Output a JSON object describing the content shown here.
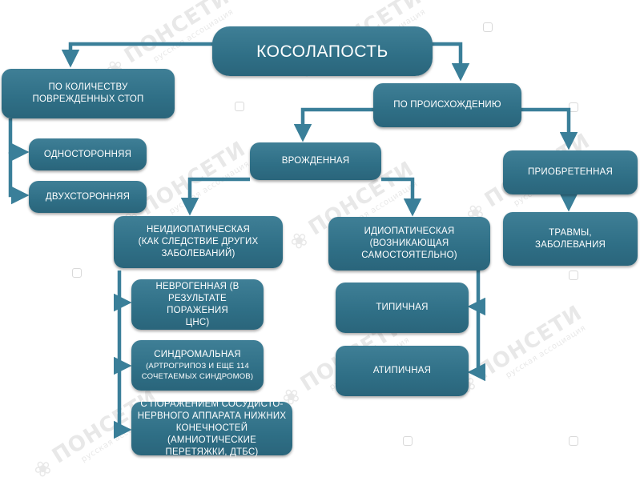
{
  "root": "КОСОЛАПОСТЬ",
  "nodes": {
    "by_count": "ПО КОЛИЧЕСТВУ\nПОВРЕЖДЕННЫХ СТОП",
    "unilateral": "ОДНОСТОРОННЯЯ",
    "bilateral": "ДВУХСТОРОННЯЯ",
    "by_origin": "ПО ПРОИСХОЖДЕНИЮ",
    "congenital": "ВРОЖДЕННАЯ",
    "acquired": "ПРИОБРЕТЕННАЯ",
    "non_idiopathic": "НЕИДИОПАТИЧЕСКАЯ\n(КАК СЛЕДСТВИЕ ДРУГИХ\nЗАБОЛЕВАНИЙ)",
    "idiopathic": "ИДИОПАТИЧЕСКАЯ\n(ВОЗНИКАЮЩАЯ\nСАМОСТОЯТЕЛЬНО)",
    "trauma": "ТРАВМЫ,\nЗАБОЛЕВАНИЯ",
    "neurogenic": "НЕВРОГЕННАЯ (В\nРЕЗУЛЬТАТЕ ПОРАЖЕНИЯ\nЦНС)",
    "syndromal_title": "СИНДРОМАЛЬНАЯ",
    "syndromal_note": "(АРТРОГРИПОЗ И ЕЩЕ 114\nСОЧЕТАЕМЫХ СИНДРОМОВ)",
    "vascular": "С ПОРАЖЕНИЕМ СОСУДИСТО-\nНЕРВНОГО АППАРАТА НИЖНИХ\nКОНЕЧНОСТЕЙ (АМНИОТИЧЕСКИЕ\nПЕРЕТЯЖКИ, ДТБС)",
    "typical": "ТИПИЧНАЯ",
    "atypical": "АТИПИЧНАЯ"
  },
  "watermark": {
    "name": "ПОНСЕТИ",
    "sub": "русская ассоциация"
  },
  "colors": {
    "box": "#2f6f86",
    "connector": "#3a7f99",
    "text": "#ffffff",
    "watermark": "#c8c8c8"
  }
}
